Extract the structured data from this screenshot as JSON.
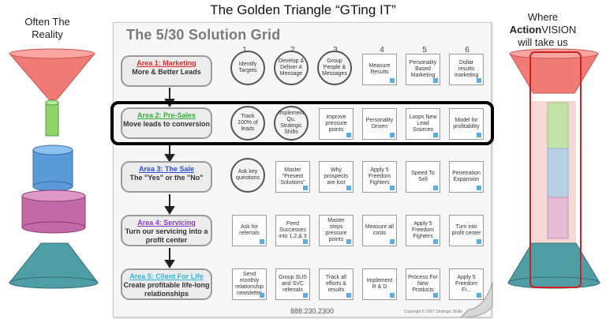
{
  "page_title": "The Golden Triangle “GTing IT”",
  "left_label": "Often The Reality",
  "right_label": {
    "line1": "Where",
    "bold": "Action",
    "rest": "VISION",
    "line3": "will take us"
  },
  "grid": {
    "title": "The 5/30 Solution Grid",
    "column_numbers": [
      "1",
      "2",
      "3",
      "4",
      "5",
      "6"
    ],
    "areas": [
      {
        "name": "Area 1: Marketing",
        "desc": "More & Better Leads",
        "color": "#e22a2a",
        "cells": [
          "Identify Targets",
          "Develop & Deliver A Message",
          "Group People & Messages",
          "Measure Results",
          "Personality Based Marketing",
          "Dollar results marketing"
        ]
      },
      {
        "name": "Area 2: Pre-Sales",
        "desc": "Move leads to conversion",
        "color": "#35b03a",
        "cells": [
          "Track 100% of leads",
          "Implement Qu. Strategic Shifts",
          "Improve pressure points",
          "Personality Driven",
          "Loops New Lead Sources",
          "Model for profitability"
        ]
      },
      {
        "name": "Area 3: The Sale",
        "desc": "The \"Yes\" or the \"No\"",
        "color": "#2d4fd6",
        "cells": [
          "Ask key questions",
          "Master \"Present Solutions\"",
          "Why prospects are lost",
          "Apply 5 Freedom Fighters",
          "Speed To Sell",
          "Penetration Expansion"
        ]
      },
      {
        "name": "Area 4: Servicing",
        "desc": "Turn our servicing into a profit center",
        "color": "#8a3bc2",
        "cells": [
          "Ask for referrals",
          "Feed Successes into 1,2,& 3",
          "Master steps pressure points",
          "Measure all costs",
          "Apply 5 Freedom Fighters",
          "Turn into profit center"
        ]
      },
      {
        "name": "Area 5: Client For Life",
        "desc": "Create profitable life-long relationships",
        "color": "#2fb6d8",
        "cells": [
          "Send monthly relationship newsletter",
          "Group SUS and SVC referrals",
          "Track all efforts & results",
          "Implement R & D",
          "Process For New Products",
          "Apply 5 Freedom Fi..."
        ]
      }
    ],
    "phone": "888.230.2300",
    "copyright": "Copyright © 2007 Strategic Shifts"
  },
  "colors": {
    "funnel_red": "#f07a76",
    "stem_green": "#8fd36a",
    "cylinder_blue": "#5a9ad8",
    "cylinder_magenta": "#c46aa8",
    "base_teal": "#4f9ea6",
    "highlight": "#000000"
  }
}
